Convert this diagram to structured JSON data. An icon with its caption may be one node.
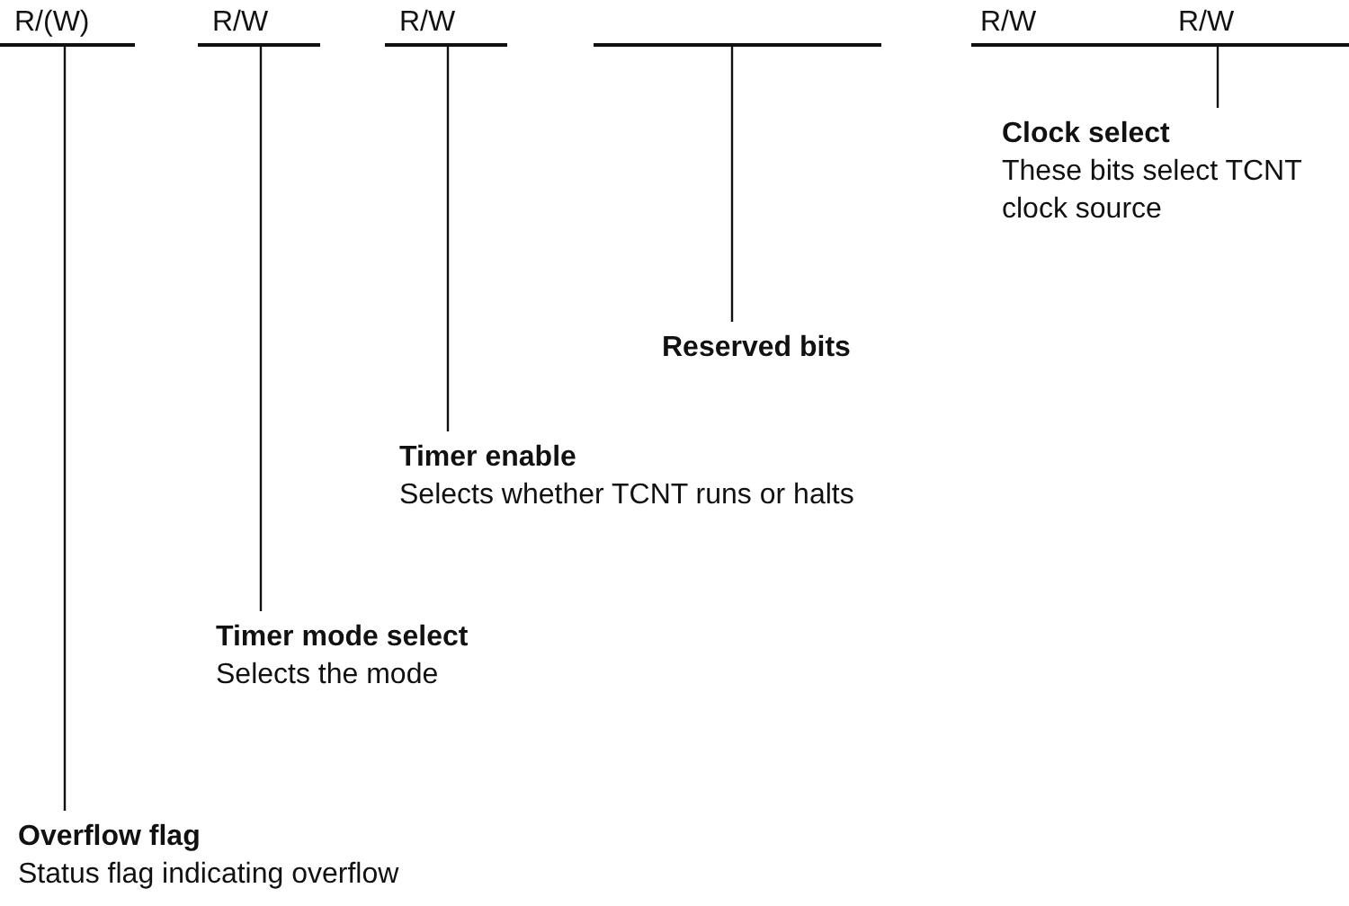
{
  "diagram": {
    "nodes": [
      {
        "text": [
          "Clock select",
          "These bits select TCNT clock source"
        ]
      },
      {
        "text": [
          "Reserved bits"
        ]
      },
      {
        "text": [
          "Timer enable",
          "Selects whether TCNT runs or halts"
        ]
      },
      {
        "text": [
          "Timer mode select",
          "Selects the mode"
        ]
      },
      {
        "text": [
          "Overflow flag",
          "Status flag indicating overflow"
        ]
      },
      {
        "text": [],
        "shape": "bar"
      },
      {
        "text": [],
        "shape": "bar"
      },
      {
        "text": [],
        "shape": "bar"
      },
      {
        "text": [],
        "shape": "bar"
      },
      {
        "text": [],
        "shape": "bar"
      }
    ],
    "edges": [
      {
        "from": 0,
        "to": 9,
        "arrow": "none"
      },
      {
        "from": 1,
        "to": 8,
        "arrow": "none"
      },
      {
        "from": 2,
        "to": 7,
        "arrow": "none"
      },
      {
        "from": 3,
        "to": 6,
        "arrow": "none"
      },
      {
        "from": 4,
        "to": 5,
        "arrow": "none"
      }
    ],
    "labels": [
      "R/(W)",
      "R/W",
      "R/W",
      "R/W",
      "R/W"
    ]
  }
}
